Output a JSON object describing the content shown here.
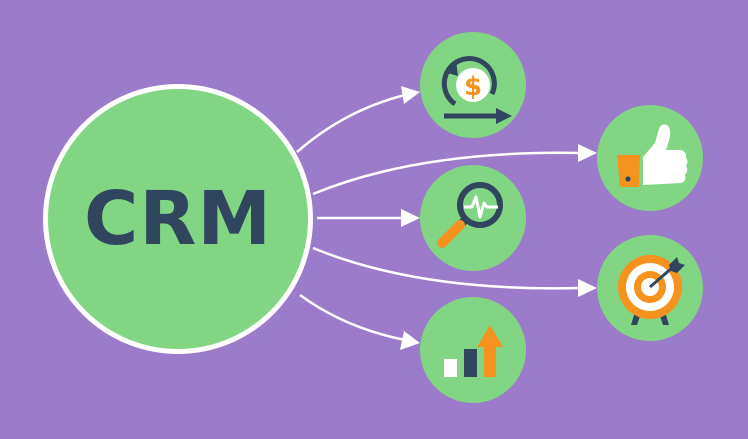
{
  "diagram": {
    "title": "CRM",
    "hub": {
      "label": "CRM",
      "fill": "#82d683",
      "border": "#ffffff",
      "text_color": "#30465e"
    },
    "background": "#9b7bca",
    "palette": {
      "green": "#82d683",
      "navy": "#30465e",
      "orange": "#f6921e",
      "white": "#ffffff",
      "purple": "#9b7bca"
    },
    "nodes": [
      {
        "id": "revenue-cycle",
        "icon": "dollar-cycle-icon",
        "glyph": "$"
      },
      {
        "id": "customer-satisfaction",
        "icon": "thumbs-up-icon"
      },
      {
        "id": "analysis",
        "icon": "magnifier-pulse-icon"
      },
      {
        "id": "targeting",
        "icon": "target-dart-icon"
      },
      {
        "id": "growth",
        "icon": "bar-chart-growth-icon"
      }
    ],
    "edges": [
      {
        "from": "CRM",
        "to": "revenue-cycle"
      },
      {
        "from": "CRM",
        "to": "customer-satisfaction"
      },
      {
        "from": "CRM",
        "to": "analysis"
      },
      {
        "from": "CRM",
        "to": "targeting"
      },
      {
        "from": "CRM",
        "to": "growth"
      }
    ]
  }
}
